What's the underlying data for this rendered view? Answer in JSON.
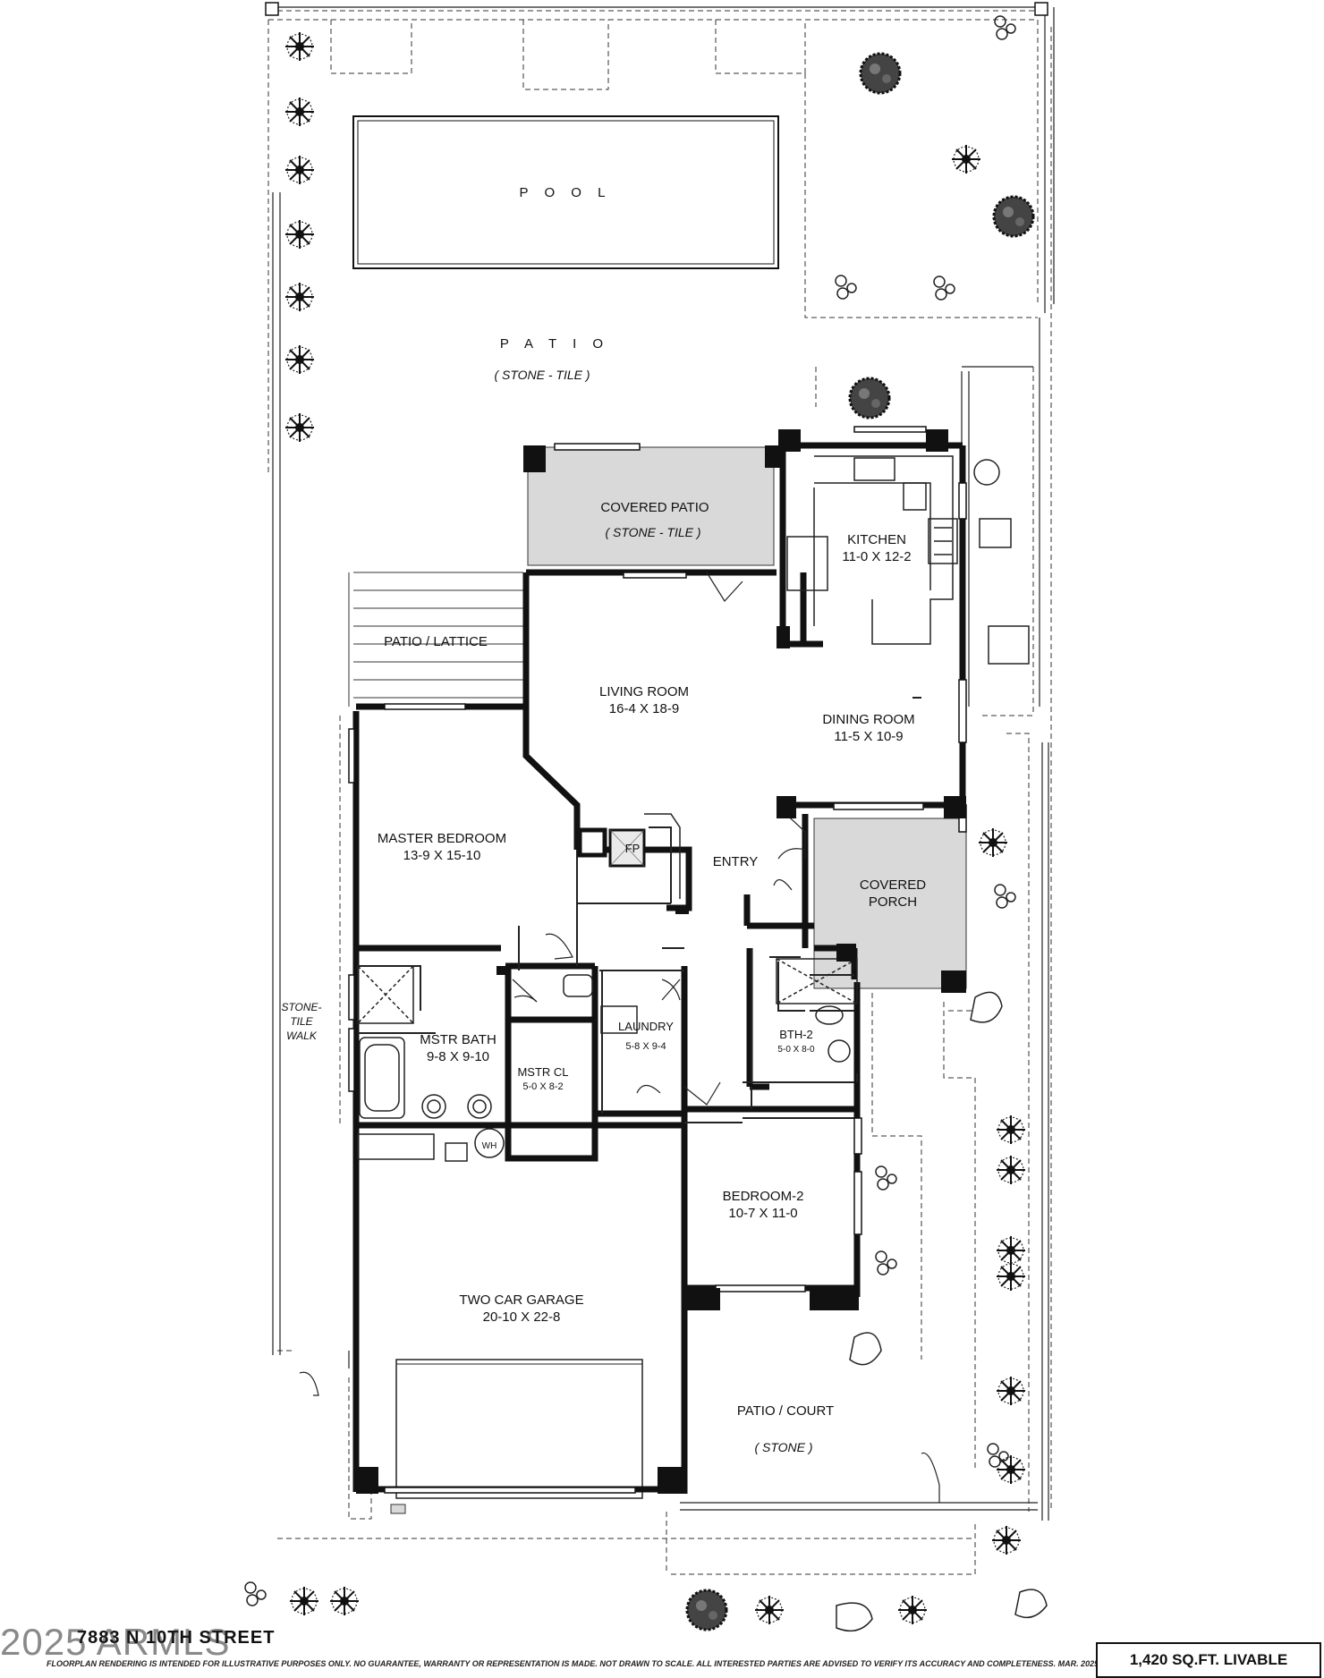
{
  "rooms": {
    "pool": "P O O L",
    "patio": "P A T I O",
    "patio_material": "( STONE - TILE )",
    "covered_patio": "COVERED PATIO",
    "covered_patio_material": "( STONE - TILE )",
    "kitchen": "KITCHEN",
    "kitchen_dim": "11-0 X 12-2",
    "patio_lattice": "PATIO / LATTICE",
    "living_room": "LIVING ROOM",
    "living_room_dim": "16-4 X 18-9",
    "dining_room": "DINING ROOM",
    "dining_room_dim": "11-5 X 10-9",
    "master_bedroom": "MASTER BEDROOM",
    "master_bedroom_dim": "13-9 X 15-10",
    "fireplace": "FP",
    "entry": "ENTRY",
    "covered_porch_1": "COVERED",
    "covered_porch_2": "PORCH",
    "stone_walk_1": "STONE-",
    "stone_walk_2": "TILE",
    "stone_walk_3": "WALK",
    "master_bath": "MSTR BATH",
    "master_bath_dim": "9-8 X 9-10",
    "laundry": "LAUNDRY",
    "laundry_dim": "5-8 X 9-4",
    "bath2": "BTH-2",
    "bath2_dim": "5-0 X 8-0",
    "master_closet": "MSTR CL",
    "master_closet_dim": "5-0 X 8-2",
    "water_heater": "WH",
    "bedroom2": "BEDROOM-2",
    "bedroom2_dim": "10-7 X 11-0",
    "garage": "TWO CAR GARAGE",
    "garage_dim": "20-10 X 22-8",
    "patio_court": "PATIO / COURT",
    "patio_court_material": "( STONE )"
  },
  "footer": {
    "address": "7883 N 10TH STREET",
    "watermark": "2025 ARMLS",
    "disclaimer": "FLOORPLAN RENDERING IS INTENDED FOR ILLUSTRATIVE PURPOSES ONLY.  NO GUARANTEE, WARRANTY OR REPRESENTATION IS MADE.  NOT DRAWN TO SCALE.  ALL INTERESTED PARTIES ARE ADVISED TO VERIFY ITS ACCURACY AND COMPLETENESS.  MAR. 2025.",
    "livable_area": "1,420 SQ.FT. LIVABLE"
  },
  "colors": {
    "wall": "#111111",
    "covered_fill": "#d9d9d9",
    "line": "#222222"
  }
}
